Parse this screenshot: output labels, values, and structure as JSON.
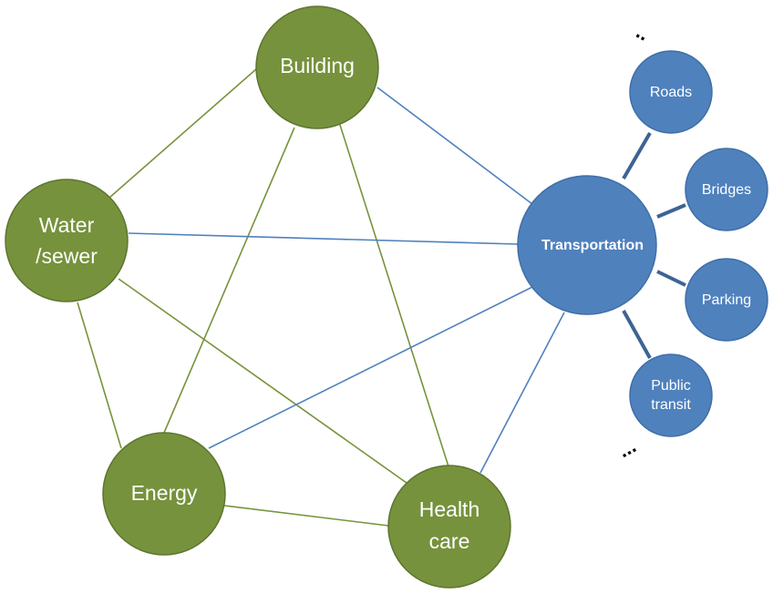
{
  "colors": {
    "green_node": "#76923c",
    "green_node_border": "#5d7530",
    "green_edge": "#77933c",
    "blue_node": "#4f81bd",
    "blue_node_border": "#3f6ea8",
    "blue_edge": "#4f81bd",
    "spoke_edge": "#3c6494",
    "text": "#ffffff"
  },
  "nodes": {
    "building": "Building",
    "water_line1": "Water",
    "water_line2": "/sewer",
    "energy": "Energy",
    "health_line1": "Health",
    "health_line2": "care",
    "transportation": "Transportation"
  },
  "subnodes": {
    "roads": "Roads",
    "bridges": "Bridges",
    "parking": "Parking",
    "public_transit_line1": "Public",
    "public_transit_line2": "transit"
  },
  "ellipsis_top": "..",
  "ellipsis_bottom": "..."
}
